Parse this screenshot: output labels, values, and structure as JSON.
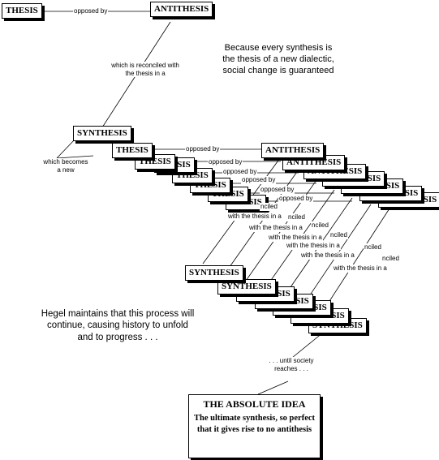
{
  "nodes": {
    "thesis": "THESIS",
    "antithesis": "ANTITHESIS",
    "synthesis": "SYNTHESIS",
    "absolute_idea_title": "THE ABSOLUTE IDEA",
    "absolute_idea_desc": "The ultimate synthesis, so perfect that it gives rise to no antithesis"
  },
  "labels": {
    "opposed_by": "opposed by",
    "reconciled": "which is reconciled with the thesis in a",
    "which_becomes": "which becomes a new",
    "reconciled_short": "nciled",
    "with_thesis": "with the thesis in a",
    "until_society": ". . . until society reaches . . ."
  },
  "notes": {
    "top_note": "Because every synthesis is the thesis of a new dialectic, social change is guaranteed",
    "side_note": "Hegel maintains that this process will continue, causing history to unfold and to progress . . ."
  }
}
